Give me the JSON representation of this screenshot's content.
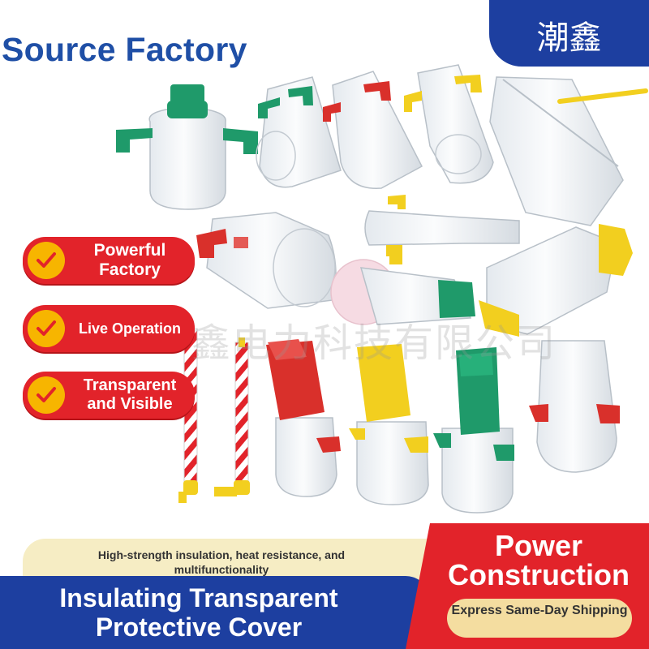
{
  "headline": "Source Factory",
  "brand": "潮鑫",
  "watermark": "鑫电力科技有限公司",
  "badges": [
    {
      "text": "Powerful Factory"
    },
    {
      "text": "Live Operation"
    },
    {
      "text": "Transparent and Visible"
    }
  ],
  "features_line": "High-strength insulation, heat resistance, and multifunctionality",
  "product_title": "Insulating Transparent Protective Cover",
  "power_title": "Power Construction",
  "shipping_text": "Express Same-Day Shipping",
  "colors": {
    "brand_blue": "#1d3fa0",
    "headline_blue": "#1f4fa6",
    "accent_red": "#e2232a",
    "check_yellow": "#f7b500",
    "cover_green": "#1f9a6a",
    "cover_yellow": "#f2cf1f",
    "cover_red": "#d9302b"
  },
  "icons": [
    "check-icon"
  ]
}
